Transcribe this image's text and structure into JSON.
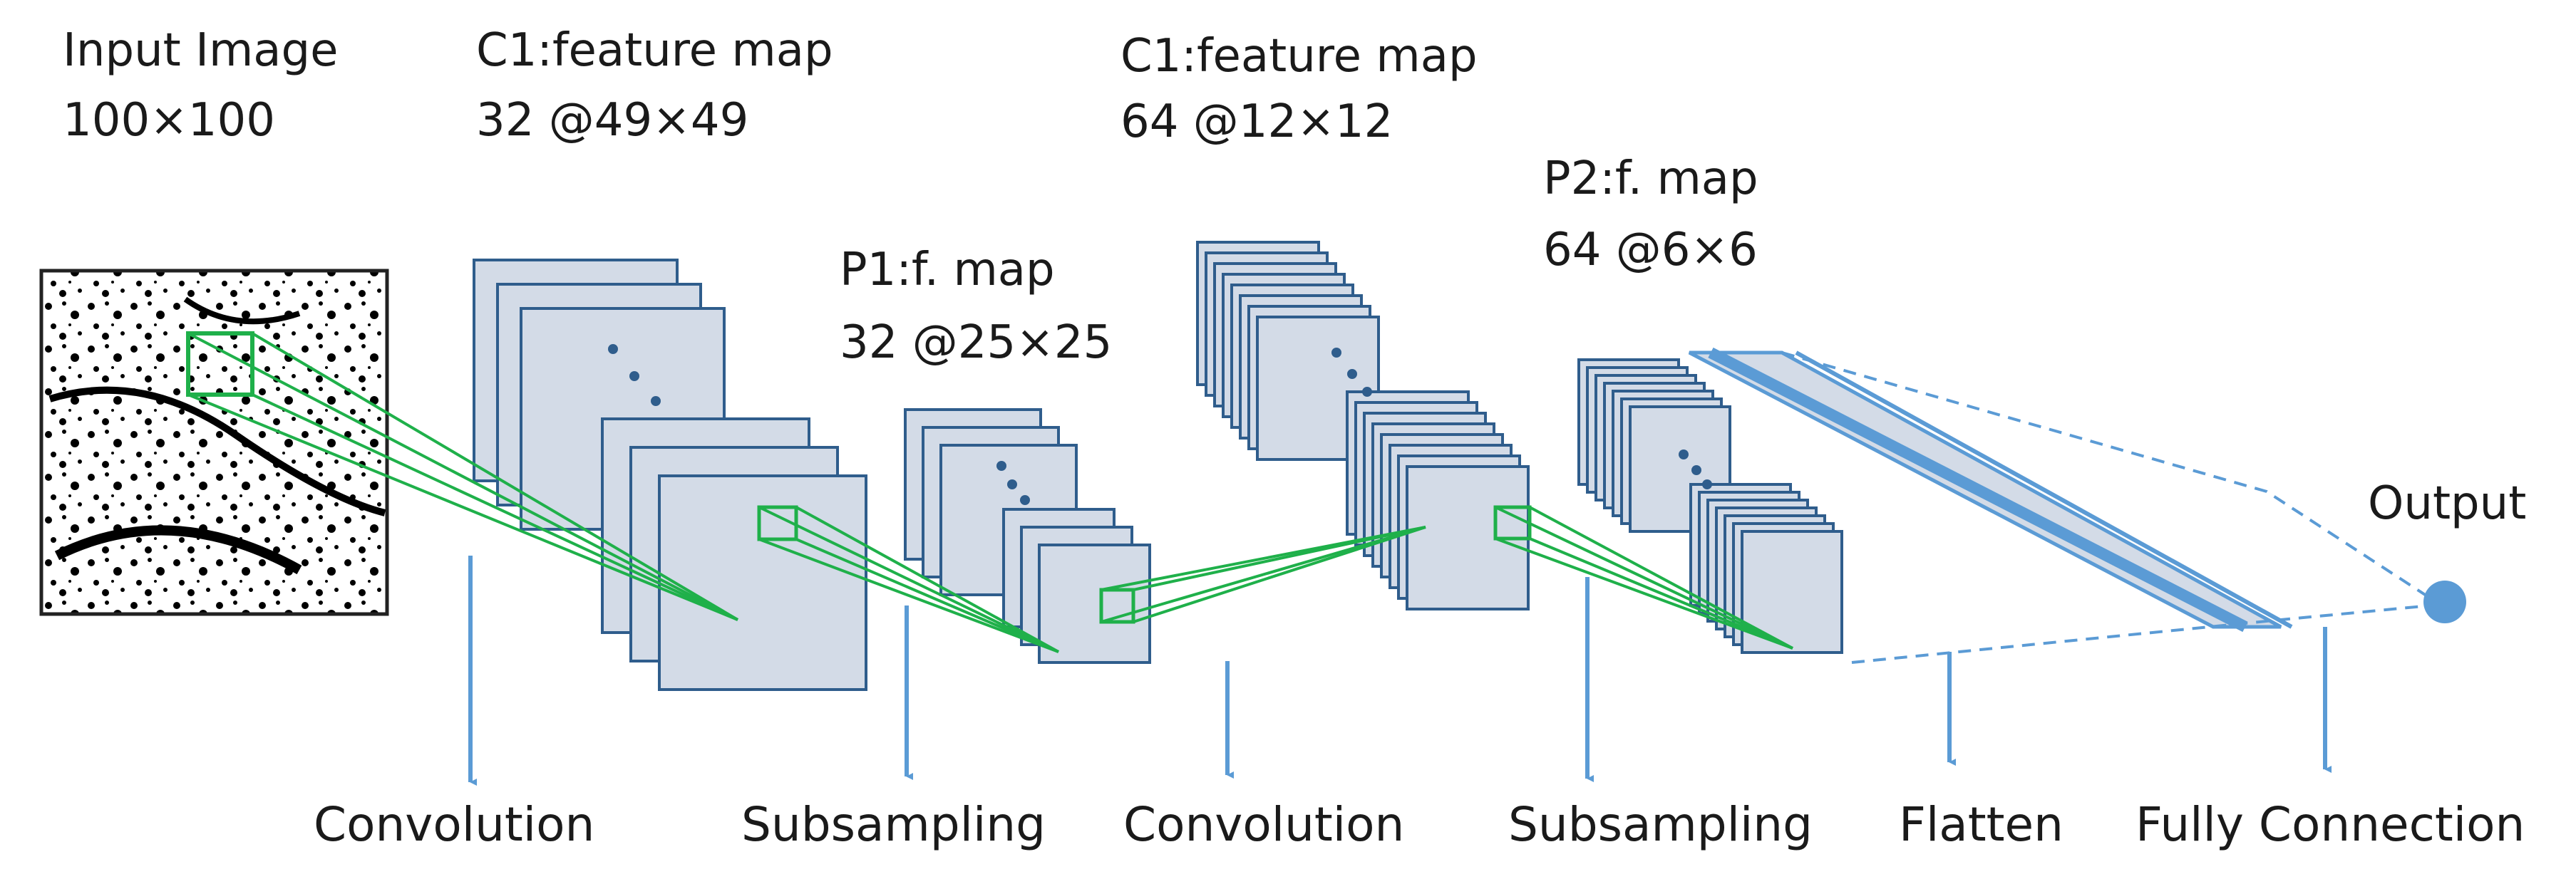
{
  "stages": [
    {
      "title": "Input Image",
      "size": "100×100"
    },
    {
      "title": "C1:feature map",
      "size": "32 @49×49"
    },
    {
      "title": "P1:f. map",
      "size": "32 @25×25"
    },
    {
      "title": "C1:feature map",
      "size": "64 @12×12"
    },
    {
      "title": "P2:f. map",
      "size": "64 @6×6"
    },
    {
      "title": "Output",
      "size": ""
    }
  ],
  "operations": [
    "Convolution",
    "Subsampling",
    "Convolution",
    "Subsampling",
    "Flatten",
    "Fully Connection"
  ],
  "colors": {
    "map_fill": "#d3dbe7",
    "map_stroke": "#2f5d8c",
    "kernel": "#1fb04a",
    "arrow": "#5b9bd5",
    "output_node": "#5b9bd5"
  }
}
